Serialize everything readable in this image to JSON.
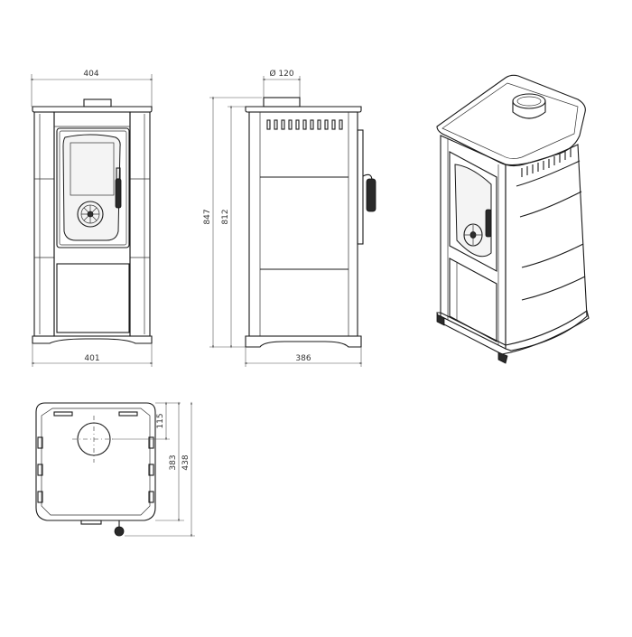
{
  "dimensions": {
    "front_width_top": "404",
    "front_width_bottom": "401",
    "flue_diameter": "Ø 120",
    "height_total": "847",
    "height_body": "812",
    "side_depth": "386",
    "top_offset": "115",
    "top_depth_inner": "383",
    "top_depth_total": "438"
  }
}
